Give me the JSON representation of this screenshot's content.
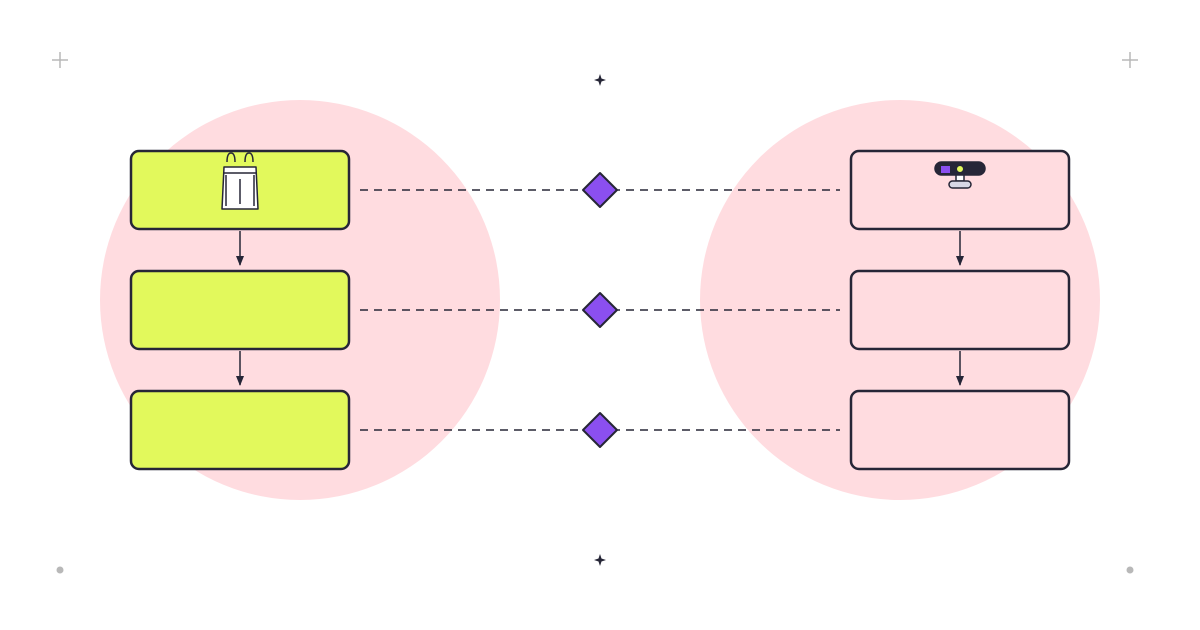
{
  "colors": {
    "background": "#ffffff",
    "circle_fill": "#ffdce0",
    "left_box_fill": "#e2f95c",
    "right_box_fill": "#ffdce0",
    "stroke": "#262637",
    "diamond_fill": "#8b4ff0",
    "corner_mark": "#b8b8b8"
  },
  "left_column": {
    "boxes": [
      {
        "icon": "shopping-bag-icon",
        "label": ""
      },
      {
        "icon": "",
        "label": ""
      },
      {
        "icon": "",
        "label": ""
      }
    ]
  },
  "right_column": {
    "boxes": [
      {
        "icon": "webcam-icon",
        "label": ""
      },
      {
        "icon": "",
        "label": ""
      },
      {
        "icon": "",
        "label": ""
      }
    ]
  },
  "links": [
    {
      "from": "left-box-1",
      "to": "right-box-1",
      "style": "dashed",
      "marker": "diamond"
    },
    {
      "from": "left-box-2",
      "to": "right-box-2",
      "style": "dashed",
      "marker": "diamond"
    },
    {
      "from": "left-box-3",
      "to": "right-box-3",
      "style": "dashed",
      "marker": "diamond"
    }
  ],
  "flows": [
    {
      "from": "left-box-1",
      "to": "left-box-2"
    },
    {
      "from": "left-box-2",
      "to": "left-box-3"
    },
    {
      "from": "right-box-1",
      "to": "right-box-2"
    },
    {
      "from": "right-box-2",
      "to": "right-box-3"
    }
  ]
}
